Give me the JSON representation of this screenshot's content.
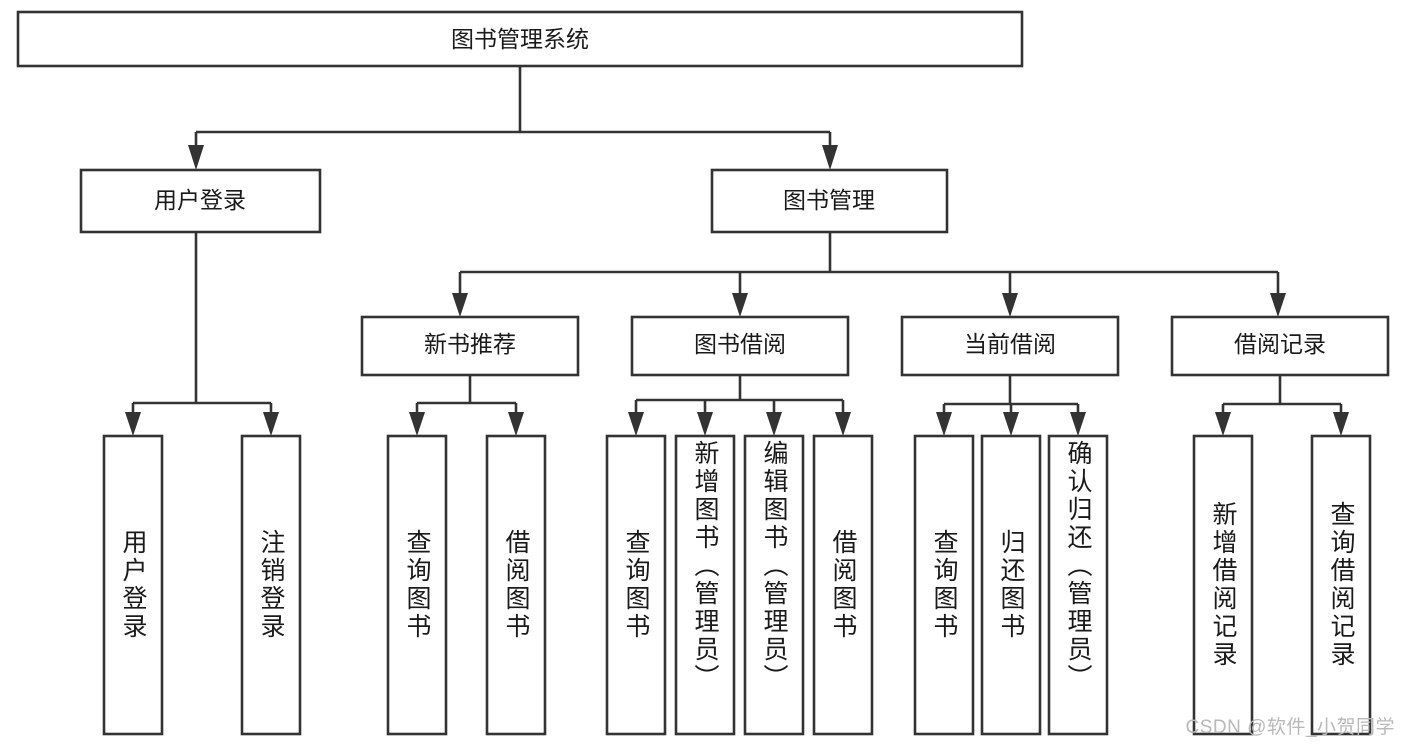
{
  "diagram": {
    "title": "图书管理系统",
    "type": "function-structure-tree",
    "watermark": "CSDN @软件_小贺同学",
    "levels": [
      {
        "level": 1,
        "nodes": [
          {
            "id": "root",
            "label": "图书管理系统",
            "orientation": "horizontal"
          }
        ]
      },
      {
        "level": 2,
        "nodes": [
          {
            "id": "user-login",
            "label": "用户登录",
            "orientation": "horizontal",
            "parent": "root"
          },
          {
            "id": "book-manage",
            "label": "图书管理",
            "orientation": "horizontal",
            "parent": "root"
          }
        ]
      },
      {
        "level": 3,
        "nodes": [
          {
            "id": "new-book-rec",
            "label": "新书推荐",
            "orientation": "horizontal",
            "parent": "book-manage"
          },
          {
            "id": "book-borrow",
            "label": "图书借阅",
            "orientation": "horizontal",
            "parent": "book-manage"
          },
          {
            "id": "current-borrow",
            "label": "当前借阅",
            "orientation": "horizontal",
            "parent": "book-manage"
          },
          {
            "id": "borrow-record",
            "label": "借阅记录",
            "orientation": "horizontal",
            "parent": "book-manage"
          }
        ]
      },
      {
        "level": 4,
        "nodes": [
          {
            "id": "leaf-user-login",
            "label": "用户登录",
            "orientation": "vertical",
            "parent": "user-login"
          },
          {
            "id": "leaf-logout",
            "label": "注销登录",
            "orientation": "vertical",
            "parent": "user-login"
          },
          {
            "id": "leaf-query-book-1",
            "label": "查询图书",
            "orientation": "vertical",
            "parent": "new-book-rec"
          },
          {
            "id": "leaf-borrow-book-1",
            "label": "借阅图书",
            "orientation": "vertical",
            "parent": "new-book-rec"
          },
          {
            "id": "leaf-query-book-2",
            "label": "查询图书",
            "orientation": "vertical",
            "parent": "book-borrow"
          },
          {
            "id": "leaf-add-book",
            "label": "新增图书（管理员）",
            "orientation": "vertical",
            "parent": "book-borrow"
          },
          {
            "id": "leaf-edit-book",
            "label": "编辑图书（管理员）",
            "orientation": "vertical",
            "parent": "book-borrow"
          },
          {
            "id": "leaf-borrow-book-2",
            "label": "借阅图书",
            "orientation": "vertical",
            "parent": "book-borrow"
          },
          {
            "id": "leaf-query-book-3",
            "label": "查询图书",
            "orientation": "vertical",
            "parent": "current-borrow"
          },
          {
            "id": "leaf-return-book",
            "label": "归还图书",
            "orientation": "vertical",
            "parent": "current-borrow"
          },
          {
            "id": "leaf-confirm-return",
            "label": "确认归还（管理员）",
            "orientation": "vertical",
            "parent": "current-borrow"
          },
          {
            "id": "leaf-add-record",
            "label": "新增借阅记录",
            "orientation": "vertical",
            "parent": "borrow-record"
          },
          {
            "id": "leaf-query-record",
            "label": "查询借阅记录",
            "orientation": "vertical",
            "parent": "borrow-record"
          }
        ]
      }
    ],
    "colors": {
      "box_stroke": "#333333",
      "box_fill": "#ffffff",
      "text": "#1a1a1a",
      "background": "#ffffff",
      "watermark": "#b9b9b9"
    }
  }
}
